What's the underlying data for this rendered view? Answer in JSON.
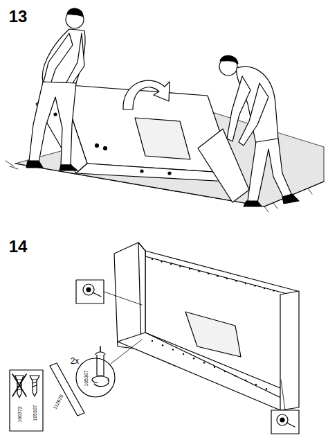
{
  "diagram": {
    "labels": [
      "13",
      "14",
      "2x",
      "100372",
      "105307",
      "105307",
      "112976"
    ]
  }
}
